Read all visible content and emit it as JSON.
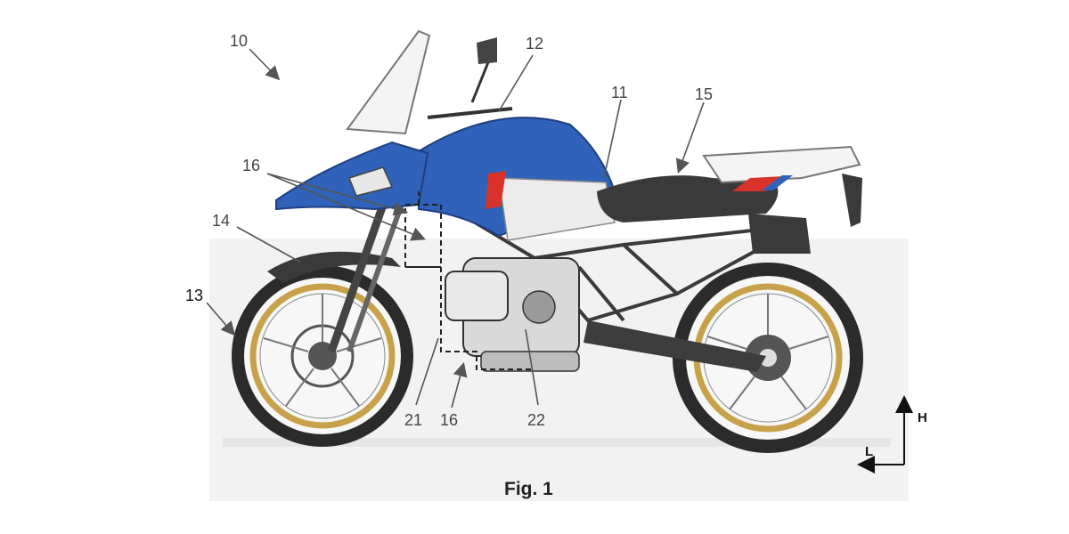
{
  "figure": {
    "caption": "Fig. 1",
    "colors": {
      "background_panel": "#f2f2f2",
      "tank_blue": "#2f62b8",
      "rim_gold": "#c8a24a",
      "accent_red": "#d8322a",
      "tire": "#2b2b2b",
      "seat": "#3a3a3a",
      "line": "#555555"
    },
    "reference_labels": [
      {
        "id": "ref-10",
        "text": "10"
      },
      {
        "id": "ref-12",
        "text": "12"
      },
      {
        "id": "ref-11",
        "text": "11"
      },
      {
        "id": "ref-15",
        "text": "15"
      },
      {
        "id": "ref-16-top",
        "text": "16"
      },
      {
        "id": "ref-14",
        "text": "14"
      },
      {
        "id": "ref-13",
        "text": "13"
      },
      {
        "id": "ref-21",
        "text": "21"
      },
      {
        "id": "ref-16-bottom",
        "text": "16"
      },
      {
        "id": "ref-22",
        "text": "22"
      }
    ],
    "axes": {
      "vertical": "H",
      "horizontal": "L"
    }
  }
}
